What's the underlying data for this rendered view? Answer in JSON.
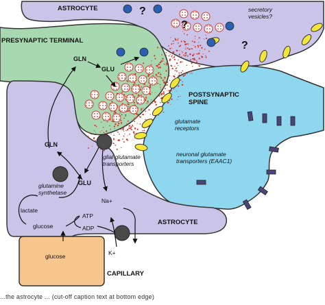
{
  "labels": {
    "astrocyte_top": "ASTROCYTE",
    "secretory_vesicles": "secretory\nvesicles?",
    "question_mark": "?",
    "presynaptic_terminal": "PRESYNAPTIC TERMINAL",
    "postsynaptic_spine": "POSTSYNAPTIC\nSPINE",
    "glutamate_receptors": "glutamate\nreceptors",
    "neuronal_transporters": "neuronal glutamate\ntransporters (EAAC1)",
    "glial_transporters": "glial glutamate\ntransporters",
    "gln_pre": "GLN",
    "glu_pre": "GLU",
    "gln_astro": "GLN",
    "glu_astro": "GLU",
    "glutamine_synthetase": "glutamine\nsynthetase",
    "na_plus": "Na+",
    "k_plus": "K+",
    "lactate": "lactate",
    "atp": "ATP",
    "adp": "ADP",
    "glucose_astro": "glucose",
    "astrocyte_bottom": "ASTROCYTE",
    "glucose_capillary": "glucose",
    "capillary": "CAPILLARY"
  },
  "caption": "...the astrocyte ... (cut-off caption text at bottom edge)",
  "colors": {
    "astrocyte": "#c9c4e8",
    "presynaptic": "#a8d8b0",
    "postsynaptic": "#8fd6ef",
    "capillary": "#f7c58e",
    "vesicle_fill": "#ffffff",
    "vesicle_dots": "#d8342a",
    "blue_vesicle": "#2b5fb4",
    "receptor": "#f2e63a",
    "transporter_dark": "#4a4a4a",
    "eaac1": "#4a4478",
    "glutamate_spray": "#d8342a"
  }
}
